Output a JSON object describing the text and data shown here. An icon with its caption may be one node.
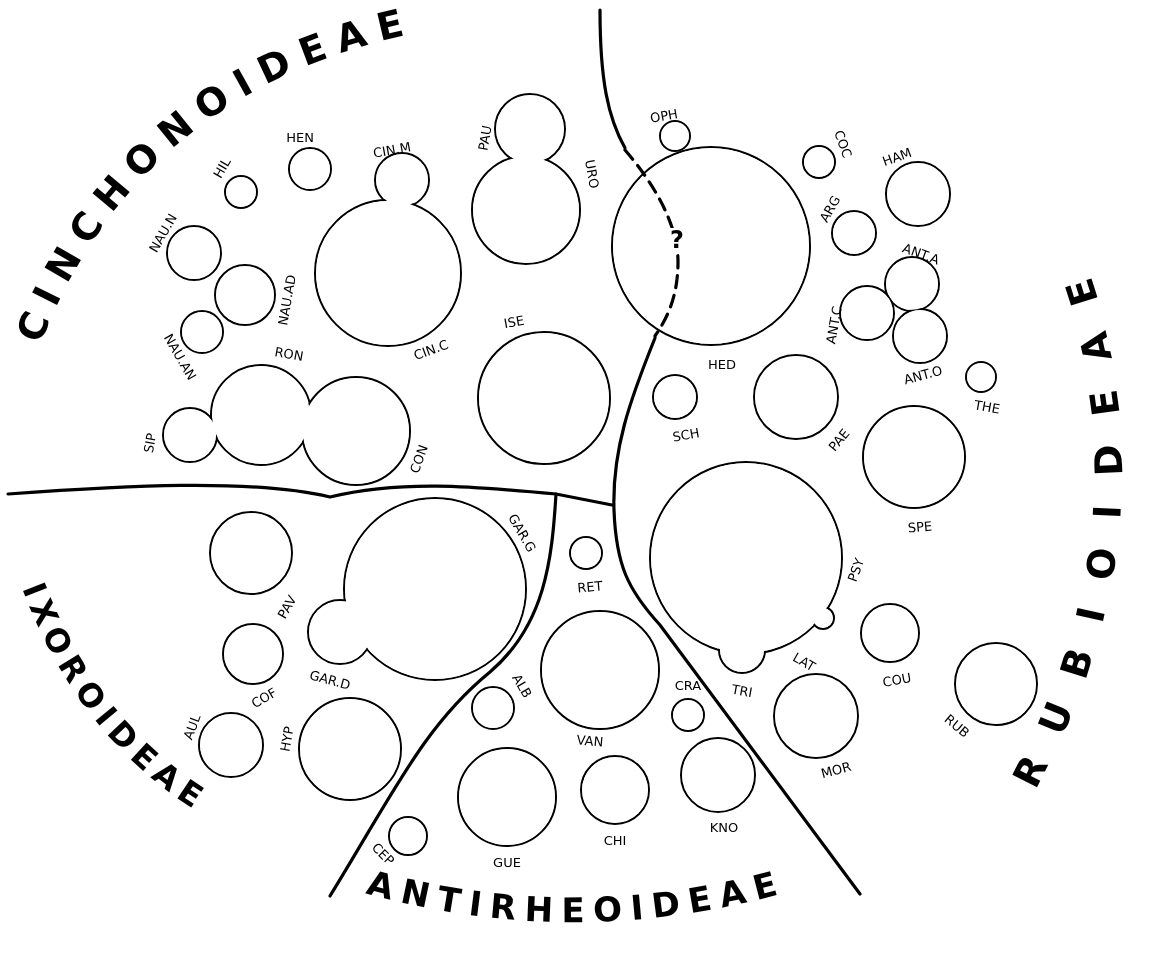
{
  "diagram": {
    "nodes": [
      {
        "text": [
          "HEN"
        ]
      },
      {
        "text": [
          "HIL"
        ]
      },
      {
        "text": [
          "CIN.M"
        ]
      },
      {
        "text": [
          "PAU"
        ]
      },
      {
        "text": [
          "URO"
        ]
      },
      {
        "text": [
          "OPH"
        ]
      },
      {
        "text": [
          "COC"
        ]
      },
      {
        "text": [
          "HAM"
        ]
      },
      {
        "text": [
          "ARG"
        ]
      },
      {
        "text": [
          "NAU.N"
        ]
      },
      {
        "text": [
          "HED"
        ]
      },
      {
        "text": [
          "CIN.C"
        ]
      },
      {
        "text": [
          "ANT.A"
        ]
      },
      {
        "text": [
          "NAU.AD"
        ]
      },
      {
        "text": [
          "ANT.C"
        ]
      },
      {
        "text": [
          "NAU.AN"
        ]
      },
      {
        "text": [
          "ANT.O"
        ]
      },
      {
        "text": [
          "RON"
        ]
      },
      {
        "text": [
          "ISE"
        ]
      },
      {
        "text": [
          "SCH"
        ]
      },
      {
        "text": [
          "PAE"
        ]
      },
      {
        "text": [
          "THE"
        ]
      },
      {
        "text": [
          "SIP"
        ]
      },
      {
        "text": [
          "CON"
        ]
      },
      {
        "text": [
          "SPE"
        ]
      },
      {
        "text": [
          "GAR.G"
        ]
      },
      {
        "text": [
          "PAV"
        ]
      },
      {
        "text": [
          "RET"
        ]
      },
      {
        "text": [
          "PSY"
        ]
      },
      {
        "text": [
          "LAT"
        ]
      },
      {
        "text": [
          "GAR.D"
        ]
      },
      {
        "text": [
          "COF"
        ]
      },
      {
        "text": [
          "TRI"
        ]
      },
      {
        "text": [
          "COU"
        ]
      },
      {
        "text": [
          "VAN"
        ]
      },
      {
        "text": [
          "RUB"
        ]
      },
      {
        "text": [
          "ALB"
        ]
      },
      {
        "text": [
          "CRA"
        ]
      },
      {
        "text": [
          "MOR"
        ]
      },
      {
        "text": [
          "AUL"
        ]
      },
      {
        "text": [
          "HYP"
        ]
      },
      {
        "text": [
          "KNO"
        ]
      },
      {
        "text": [
          "CHI"
        ]
      },
      {
        "text": [
          "GUE"
        ]
      },
      {
        "text": [
          "CEP"
        ]
      }
    ],
    "labels": [
      "CINCHONOIDEAE",
      "?",
      "RUBIOIDEAE",
      "IXOROIDEAE",
      "ANTIRHEOIDEAE"
    ]
  }
}
